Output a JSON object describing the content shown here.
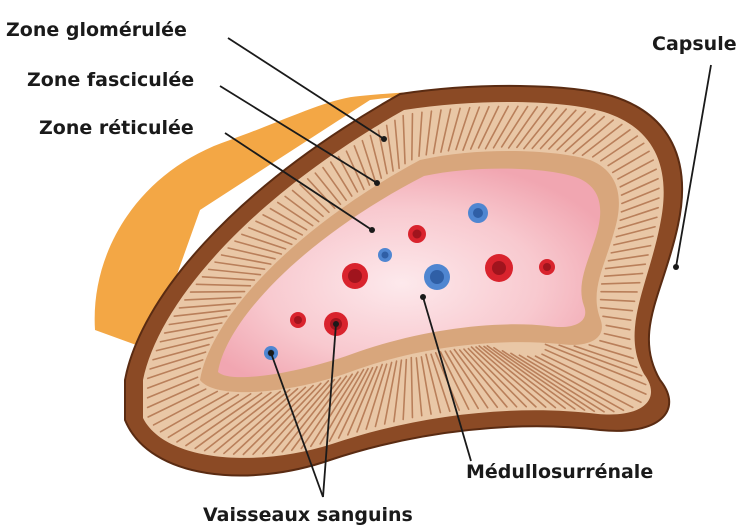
{
  "labels": {
    "zone_glomerulee": "Zone glomérulée",
    "zone_fasciculee": "Zone fasciculée",
    "zone_reticulee": "Zone réticulée",
    "capsule": "Capsule",
    "medullosurrenale": "Médullosurrénale",
    "vaisseaux_sanguins": "Vaisseaux sanguins"
  },
  "colors": {
    "outer_surface": "#f3a745",
    "capsule": "#8b4a25",
    "capsule_dark": "#5a2b12",
    "cortex": "#e9c7a6",
    "cortex_stripe": "#b97f5a",
    "reticular": "#d8a67c",
    "medulla": "#f4b5bf",
    "medulla_center": "#fbe3e6",
    "artery": "#d9232d",
    "vein": "#4f86d1"
  }
}
